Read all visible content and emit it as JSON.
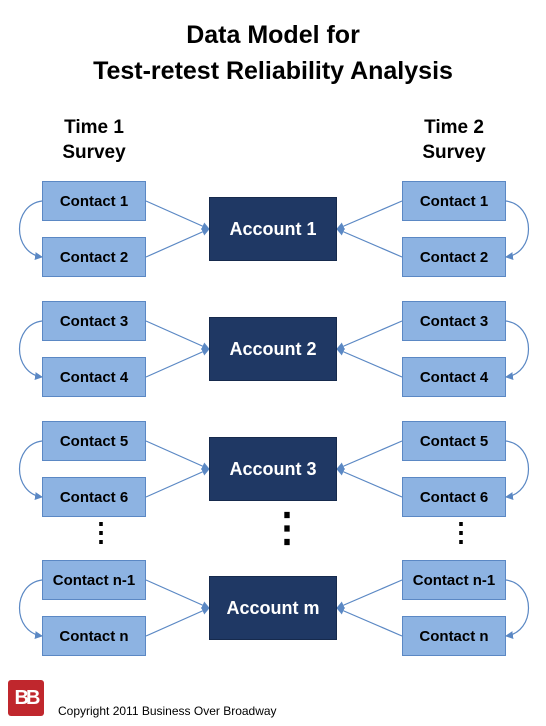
{
  "title_line1": "Data Model for",
  "title_line2": "Test-retest Reliability Analysis",
  "time1": {
    "line1": "Time 1",
    "line2": "Survey"
  },
  "time2": {
    "line1": "Time 2",
    "line2": "Survey"
  },
  "groups": [
    {
      "account": "Account 1",
      "contacts": [
        "Contact 1",
        "Contact 2"
      ]
    },
    {
      "account": "Account 2",
      "contacts": [
        "Contact 3",
        "Contact 4"
      ]
    },
    {
      "account": "Account 3",
      "contacts": [
        "Contact 5",
        "Contact 6"
      ]
    },
    {
      "account": "Account m",
      "contacts": [
        "Contact n-1",
        "Contact n"
      ]
    }
  ],
  "ellipsis": "⋮",
  "logo_text": "BB",
  "copyright": "Copyright 2011 Business Over Broadway",
  "colors": {
    "contact_fill": "#8db3e2",
    "account_fill": "#1f3864",
    "connector": "#5b88c4",
    "logo": "#c0272d"
  }
}
